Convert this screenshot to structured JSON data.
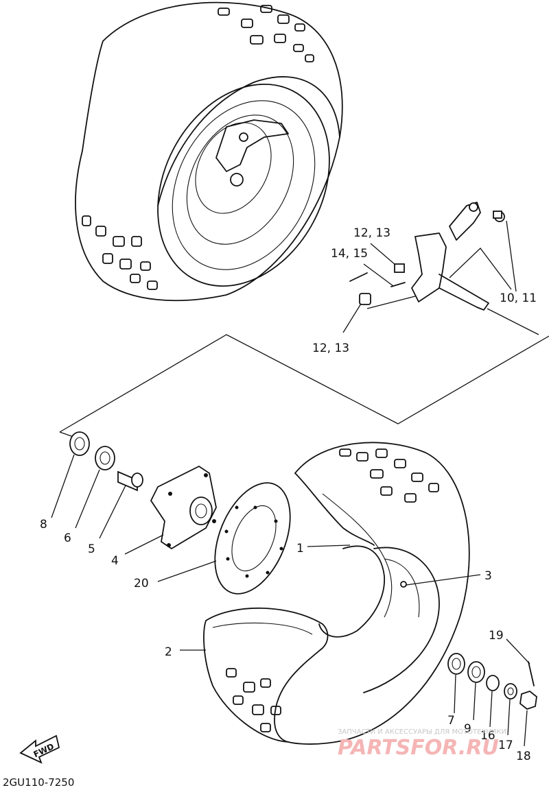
{
  "diagram": {
    "part_labels": {
      "p1": "1",
      "p2": "2",
      "p3": "3",
      "p4": "4",
      "p5": "5",
      "p6": "6",
      "p7": "7",
      "p8": "8",
      "p9": "9",
      "p10_11": "10, 11",
      "p12_13_top": "12, 13",
      "p12_13_bottom": "12, 13",
      "p14_15": "14, 15",
      "p16": "16",
      "p17": "17",
      "p18": "18",
      "p19": "19",
      "p20": "20"
    },
    "fwd_label": "FWD",
    "diagram_code": "2GU110-7250"
  },
  "watermark": {
    "small_text": "ЗАПЧАСТИ И АКСЕССУАРЫ ДЛЯ МОТОТЕХНИКИ",
    "brand_text": "PARTSFOR.RU",
    "brand_color": "#f5b5b5"
  }
}
